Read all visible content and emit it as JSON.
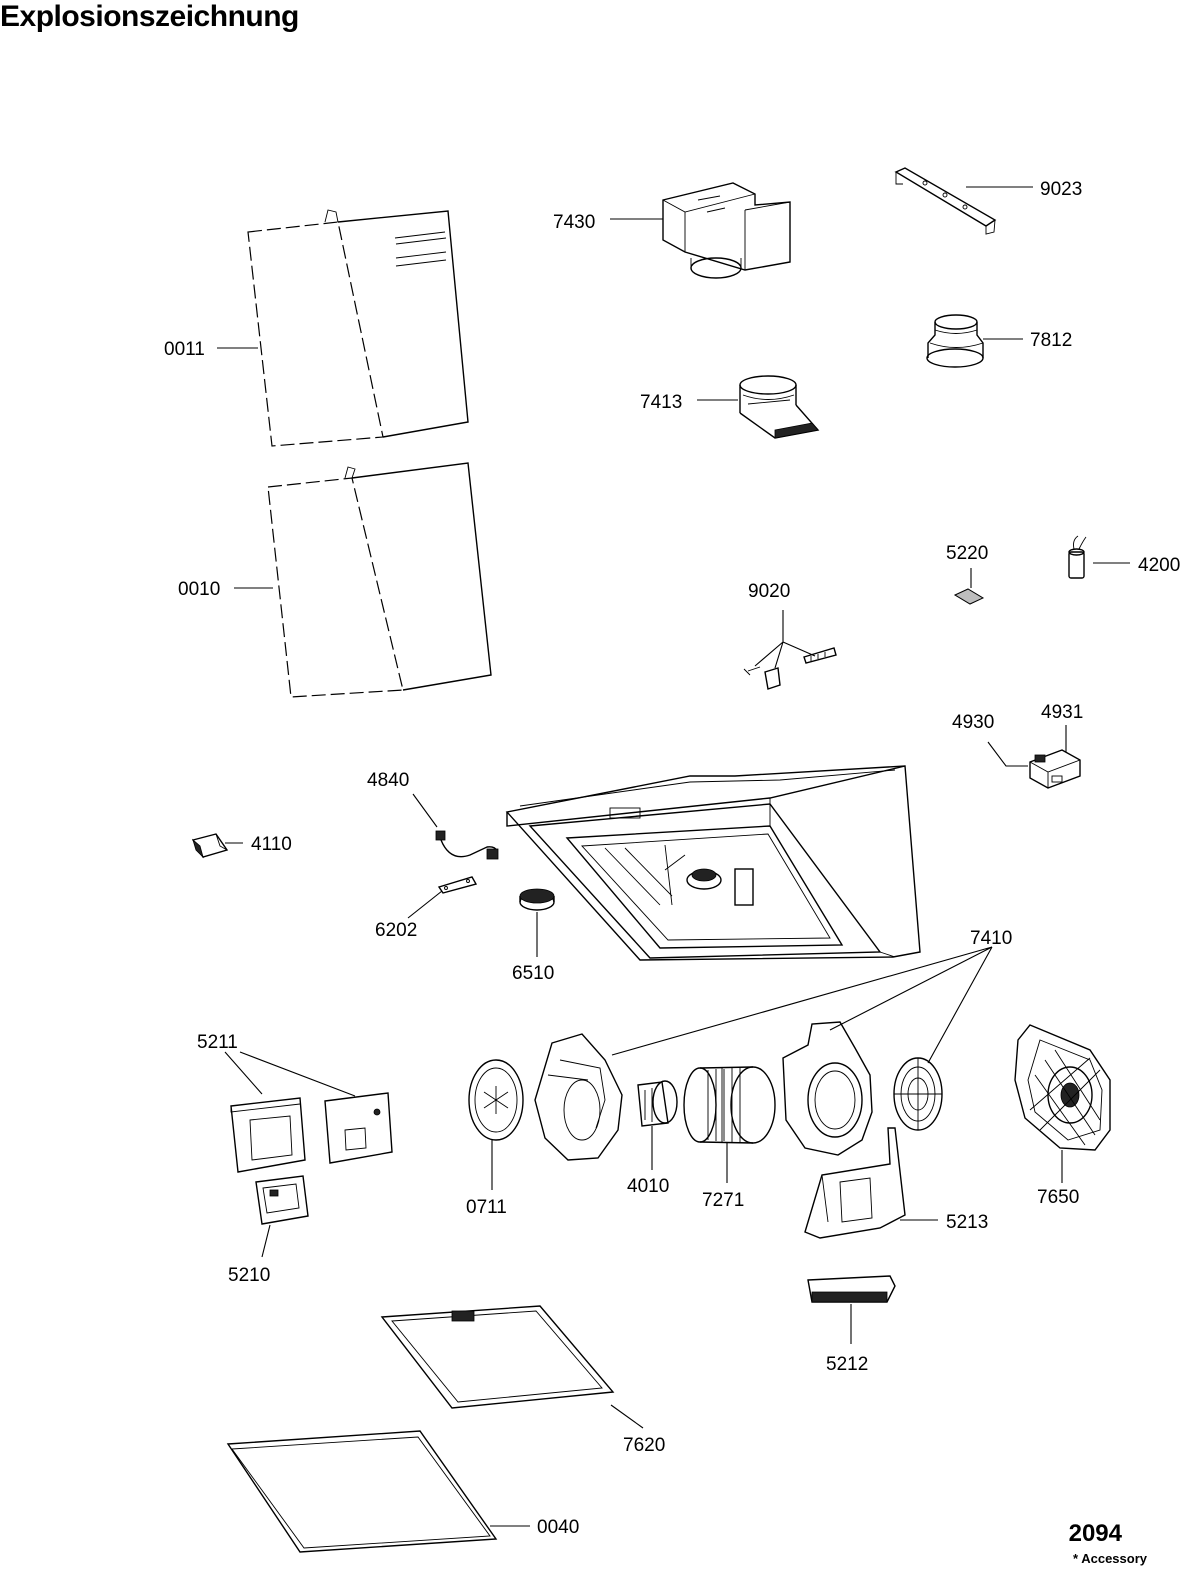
{
  "title": "Explosionszeichnung",
  "diagram_code": "2094",
  "footnote": "* Accessory",
  "parts": {
    "p0011": "0011",
    "p0010": "0010",
    "p7430": "7430",
    "p9023": "9023",
    "p7812": "7812",
    "p7413": "7413",
    "p5220": "5220",
    "p4200": "4200",
    "p9020": "9020",
    "p4930": "4930",
    "p4931": "4931",
    "p4840": "4840",
    "p4110": "4110",
    "p6202": "6202",
    "p6510": "6510",
    "p7410": "7410",
    "p5211": "5211",
    "p0711": "0711",
    "p4010": "4010",
    "p7271": "7271",
    "p7650": "7650",
    "p5213": "5213",
    "p5210": "5210",
    "p5212": "5212",
    "p7620": "7620",
    "p0040": "0040"
  }
}
